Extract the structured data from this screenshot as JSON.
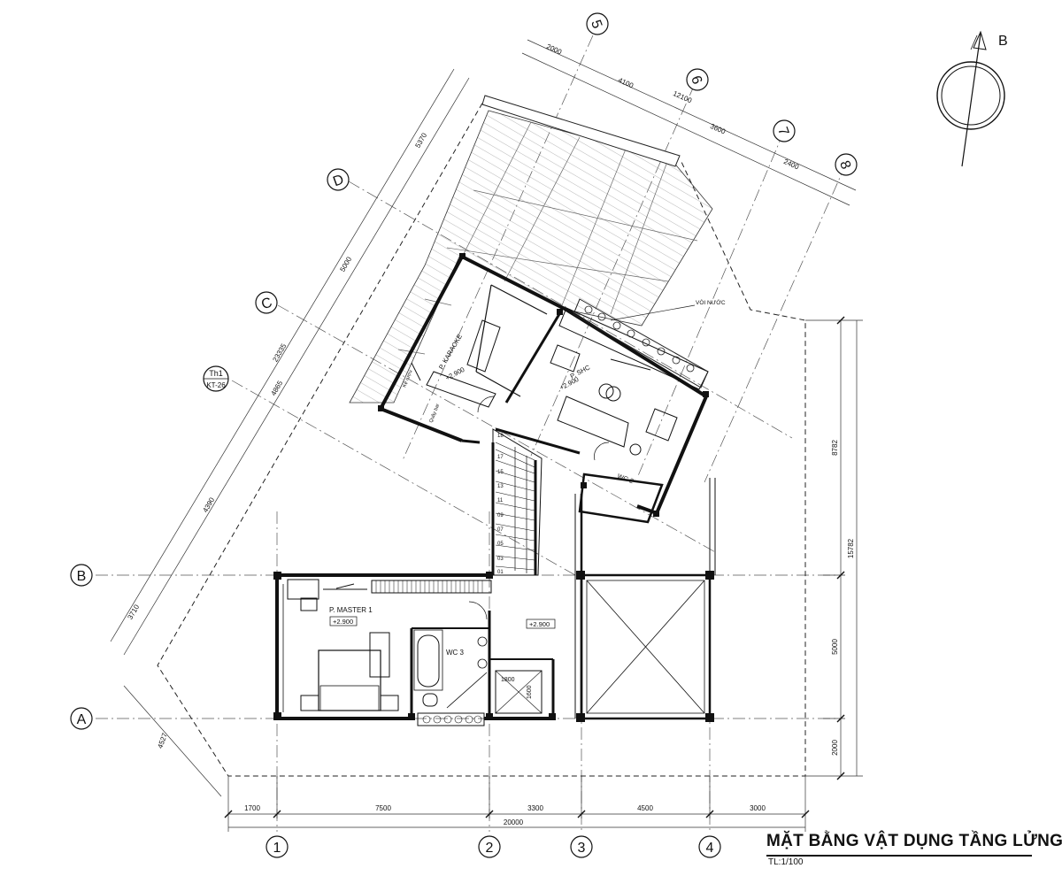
{
  "drawing": {
    "title": "MẶT BẰNG VẬT DỤNG TẦNG LỬNG",
    "scale": "TL:1/100",
    "north_label": "B"
  },
  "grid_labels": {
    "v1": "1",
    "v2": "2",
    "v3": "3",
    "v4": "4",
    "hA": "A",
    "hB": "B",
    "r5": "5",
    "r6": "6",
    "r7": "7",
    "r8": "8",
    "rC": "C",
    "rD": "D"
  },
  "section_tag": {
    "top": "Th1",
    "bottom": "KT-26"
  },
  "rooms": {
    "master": {
      "name": "P. MASTER 1",
      "level": "+2.900"
    },
    "wc3": {
      "name": "WC 3"
    },
    "hall_level": "+2.900",
    "karaoke": {
      "name": "P. KARAOKE",
      "level": "+2.900"
    },
    "shc": {
      "name": "P. SHC",
      "level": "+2.900"
    },
    "wc2": {
      "name": "WC 2"
    },
    "voi_nuoc": "VÒI NƯỚC",
    "ke_ruou": "Kệ rượu",
    "quay_bar": "Quầy bar",
    "shower_w": "1800",
    "shower_h": "1600"
  },
  "stair_numbers": [
    "01",
    "03",
    "05",
    "07",
    "09",
    "11",
    "13",
    "15",
    "17",
    "18"
  ],
  "dimensions": {
    "bottom": [
      "1700",
      "7500",
      "3300",
      "4500",
      "3000"
    ],
    "bottom_total": "20000",
    "right": [
      "8782",
      "5000",
      "2000"
    ],
    "right_total": "15782",
    "rotated_top": [
      "2000",
      "4100",
      "3600",
      "2400"
    ],
    "rotated_top_total": "12100",
    "rotated_left": [
      "5370",
      "5000",
      "4865",
      "4390",
      "3710"
    ],
    "rotated_left_total": "23335",
    "lower_left": "4527"
  }
}
